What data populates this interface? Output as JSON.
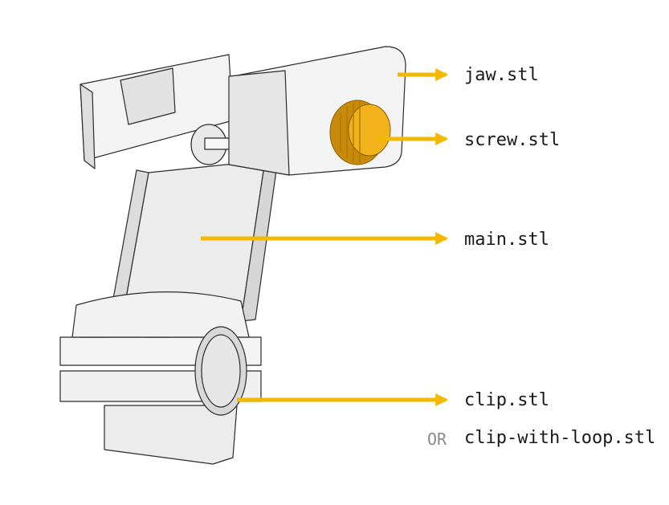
{
  "colors": {
    "arrow": "#f5b800",
    "part_fill": "#f1f1f1",
    "part_shade": "#dedede",
    "part_outline": "#2b2b2b",
    "screw_fill": "#f2b21a",
    "screw_shade": "#c98a0a"
  },
  "labels": {
    "jaw": "jaw.stl",
    "screw": "screw.stl",
    "main": "main.stl",
    "clip": "clip.stl",
    "or": "OR",
    "clip_loop": "clip-with-loop.stl"
  }
}
